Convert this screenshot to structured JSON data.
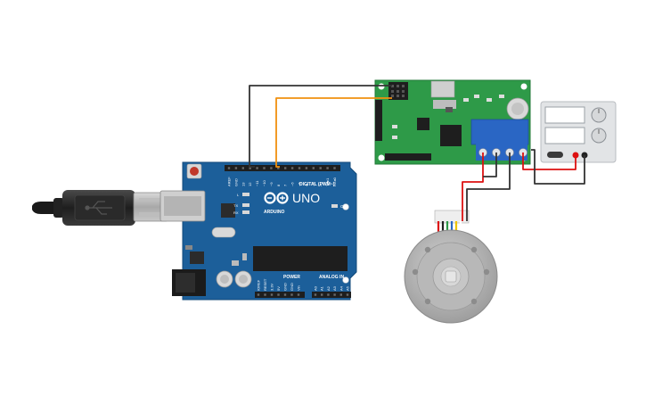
{
  "arduino": {
    "brand": "ARDUINO",
    "model": "UNO",
    "digital_label": "DIGITAL (PWM~)",
    "power_label": "POWER",
    "analog_label": "ANALOG IN",
    "on_label": "ON",
    "led_labels": [
      "L",
      "TX",
      "RX"
    ],
    "digital_pins": [
      "AREF",
      "GND",
      "13",
      "12",
      "~11",
      "~10",
      "~9",
      "8",
      "7",
      "~6",
      "~5",
      "4",
      "~3",
      "2",
      "TX▸1",
      "RX◂0"
    ],
    "power_pins": [
      "IOREF",
      "RESET",
      "3.3V",
      "5V",
      "GND",
      "GND",
      "Vin"
    ],
    "analog_pins": [
      "A0",
      "A1",
      "A2",
      "A3",
      "A4",
      "A5"
    ]
  },
  "colors": {
    "arduino_board": "#1c5f9a",
    "driver_board": "#2e9a48",
    "terminal_block": "#2a66c4",
    "wire_black": "#333333",
    "wire_orange": "#f0900e",
    "wire_red": "#dd1111",
    "psu_body": "#e2e4e6"
  },
  "icons": [
    "usb-cable-icon",
    "arduino-logo-icon",
    "dc-motor-icon",
    "power-supply-icon"
  ]
}
